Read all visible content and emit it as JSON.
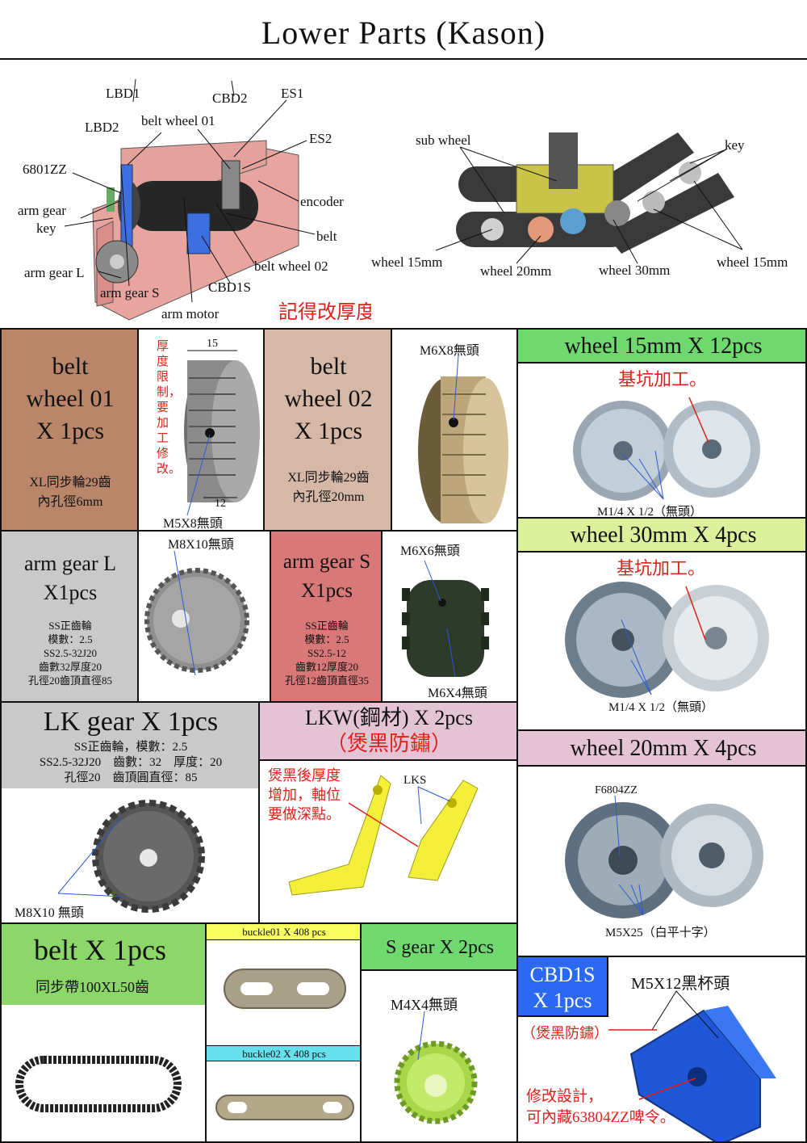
{
  "header": {
    "title": "Lower Parts (Kason)"
  },
  "top_left_labels": {
    "lbd1": "LBD1",
    "cbd2": "CBD2",
    "es1": "ES1",
    "lbd2": "LBD2",
    "belt_wheel_01": "belt wheel 01",
    "es2": "ES2",
    "b6801": "6801ZZ",
    "arm_gear": "arm gear",
    "key": "key",
    "encoder": "encoder",
    "belt": "belt",
    "belt_wheel_02": "belt wheel 02",
    "arm_gear_l": "arm gear L",
    "cbd1s": "CBD1S",
    "arm_gear_s": "arm gear S",
    "arm_motor": "arm motor",
    "note": "記得改厚度。"
  },
  "top_right_labels": {
    "sub_wheel": "sub wheel",
    "key": "key",
    "wheel_15_left": "wheel 15mm",
    "wheel_20": "wheel 20mm",
    "wheel_30": "wheel 30mm",
    "wheel_15_right": "wheel 15mm"
  },
  "belt_wheel_01": {
    "title": [
      "belt",
      "wheel 01",
      "X 1pcs"
    ],
    "spec": [
      "XL同步輪29齒",
      "內孔徑6mm"
    ]
  },
  "belt_wheel_01_img": {
    "note": "厚度限制，要加工修改。",
    "dim_top": "15",
    "dim_bottom": "12",
    "screw": "M5X8無頭"
  },
  "belt_wheel_02": {
    "title": [
      "belt",
      "wheel 02",
      "X 1pcs"
    ],
    "spec": [
      "XL同步輪29齒",
      "內孔徑20mm"
    ]
  },
  "belt_wheel_02_img": {
    "screw": "M6X8無頭"
  },
  "wheel15": {
    "header": "wheel 15mm X 12pcs",
    "note": "基坑加工。",
    "screw": "M1/4 X 1/2（無頭）"
  },
  "wheel30": {
    "header": "wheel 30mm X 4pcs",
    "note": "基坑加工。",
    "screw": "M1/4 X 1/2（無頭）"
  },
  "wheel20": {
    "header": "wheel 20mm X 4pcs",
    "bearing": "F6804ZZ",
    "screw": "M5X25（白平十字）"
  },
  "arm_gear_l": {
    "title": [
      "arm gear L",
      "X1pcs"
    ],
    "spec": [
      "SS正齒輪",
      "模數：2.5",
      "SS2.5-32J20",
      "齒數32厚度20",
      "孔徑20齒頂直徑85"
    ],
    "screw": "M8X10無頭"
  },
  "arm_gear_s": {
    "title": [
      "arm gear S",
      "X1pcs"
    ],
    "spec": [
      "SS正齒輪",
      "模數：2.5",
      "SS2.5-12",
      "齒數12厚度20",
      "孔徑12齒頂直徑35"
    ],
    "screw_top": "M6X6無頭",
    "screw_bottom": "M6X4無頭"
  },
  "lk_gear": {
    "title": "LK gear X 1pcs",
    "spec": [
      "SS正齒輪，模數：2.5",
      "SS2.5-32J20　齒數：32　厚度：20",
      "孔徑20　齒頂圓直徑：85"
    ],
    "screw": "M8X10 無頭"
  },
  "lkw": {
    "title": "LKW(鋼材) X 2pcs",
    "subtitle": "（煲黑防鏽）",
    "note": [
      "煲黑後厚度",
      "增加，軸位",
      "要做深點。"
    ],
    "label": "LKS"
  },
  "belt_part": {
    "title": "belt X 1pcs",
    "spec": "同步帶100XL50齒"
  },
  "buckle01": {
    "label": "buckle01 X 408 pcs"
  },
  "buckle02": {
    "label": "buckle02 X 408 pcs"
  },
  "s_gear": {
    "title": "S gear X 2pcs",
    "screw": "M4X4無頭"
  },
  "cbd1s_part": {
    "title": [
      "CBD1S",
      "X 1pcs"
    ],
    "finish": "（煲黑防鏽）",
    "screw": "M5X12黑杯頭",
    "note": [
      "修改設計，",
      "可內藏63804ZZ啤令。"
    ]
  },
  "colors": {
    "brown": "#b9866a",
    "tan": "#d6b8a6",
    "green": "#6fd96f",
    "lightgreen": "#dcef9a",
    "grey": "#c9c9c9",
    "rose": "#d97878",
    "pink": "#e4c3d4",
    "midgreen": "#8dd66a",
    "yellowbar": "#f7ff60",
    "cyanbar": "#66e0ec",
    "blue": "#2b69f5",
    "accent_red": "#e0201a"
  }
}
